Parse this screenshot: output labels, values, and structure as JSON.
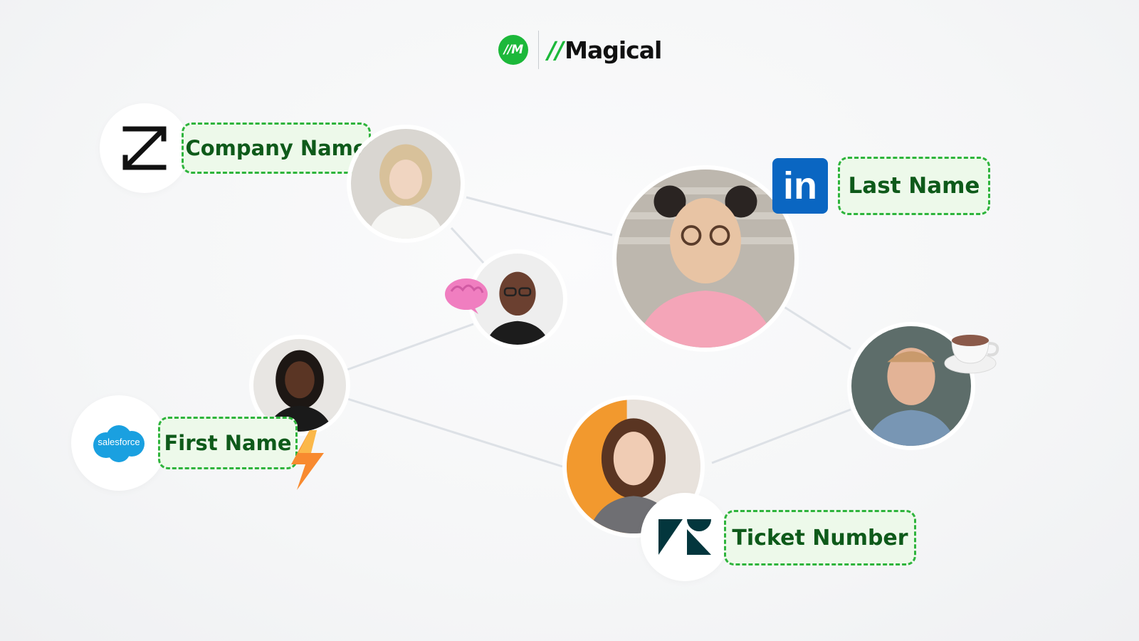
{
  "header": {
    "badge_text": "//M",
    "brand_slash": "//",
    "brand_name": "Magical",
    "brand_color": "#1cb83a"
  },
  "tags": {
    "company_name": "Company Name",
    "last_name": "Last Name",
    "first_name": "First Name",
    "ticket_number": "Ticket Number"
  },
  "apps": {
    "zoominfo_icon": "zoominfo-icon",
    "linkedin_text": "in",
    "salesforce_text": "salesforce",
    "zendesk_icon": "zendesk-icon"
  },
  "emojis": {
    "brain": "brain-emoji",
    "lightning": "lightning-emoji",
    "coffee": "coffee-emoji"
  },
  "colors": {
    "accent_green": "#2eb43c",
    "tag_bg": "#edf9ea",
    "tag_text": "#0e5a1a",
    "linkedin_blue": "#0a66c2",
    "salesforce_blue": "#1aa0e0",
    "zendesk_dark": "#03363d"
  }
}
